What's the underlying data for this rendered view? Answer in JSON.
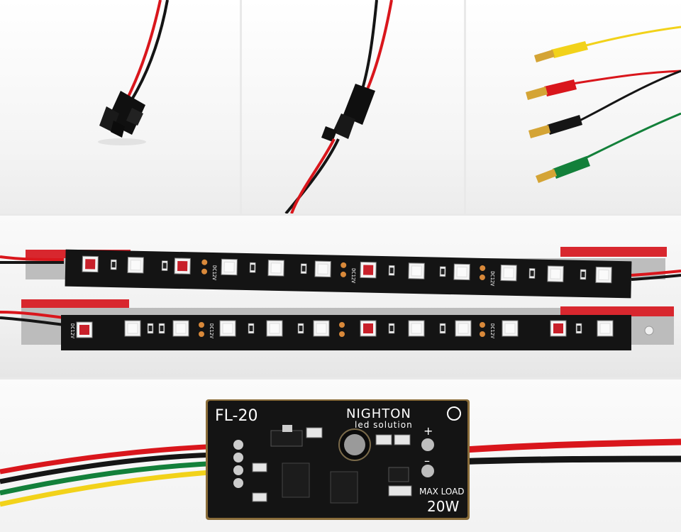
{
  "scene": "LED strips, connectors and FL-20 controller product photo",
  "controller": {
    "model": "FL-20",
    "brand": "NIGHTON",
    "tagline": "led solution",
    "max_load_label": "MAX LOAD",
    "max_load_value": "20W",
    "plus_label": "+",
    "minus_label": "–"
  },
  "strip": {
    "segment_label": "DC12V"
  },
  "colors": {
    "wire_red": "#d9161c",
    "wire_black": "#151515",
    "wire_yellow": "#f2d21a",
    "wire_green": "#13803a",
    "pcb": "#141414",
    "led_red": "#c8202a"
  },
  "icons": {
    "brand_logo": "nighton-logo-icon"
  }
}
